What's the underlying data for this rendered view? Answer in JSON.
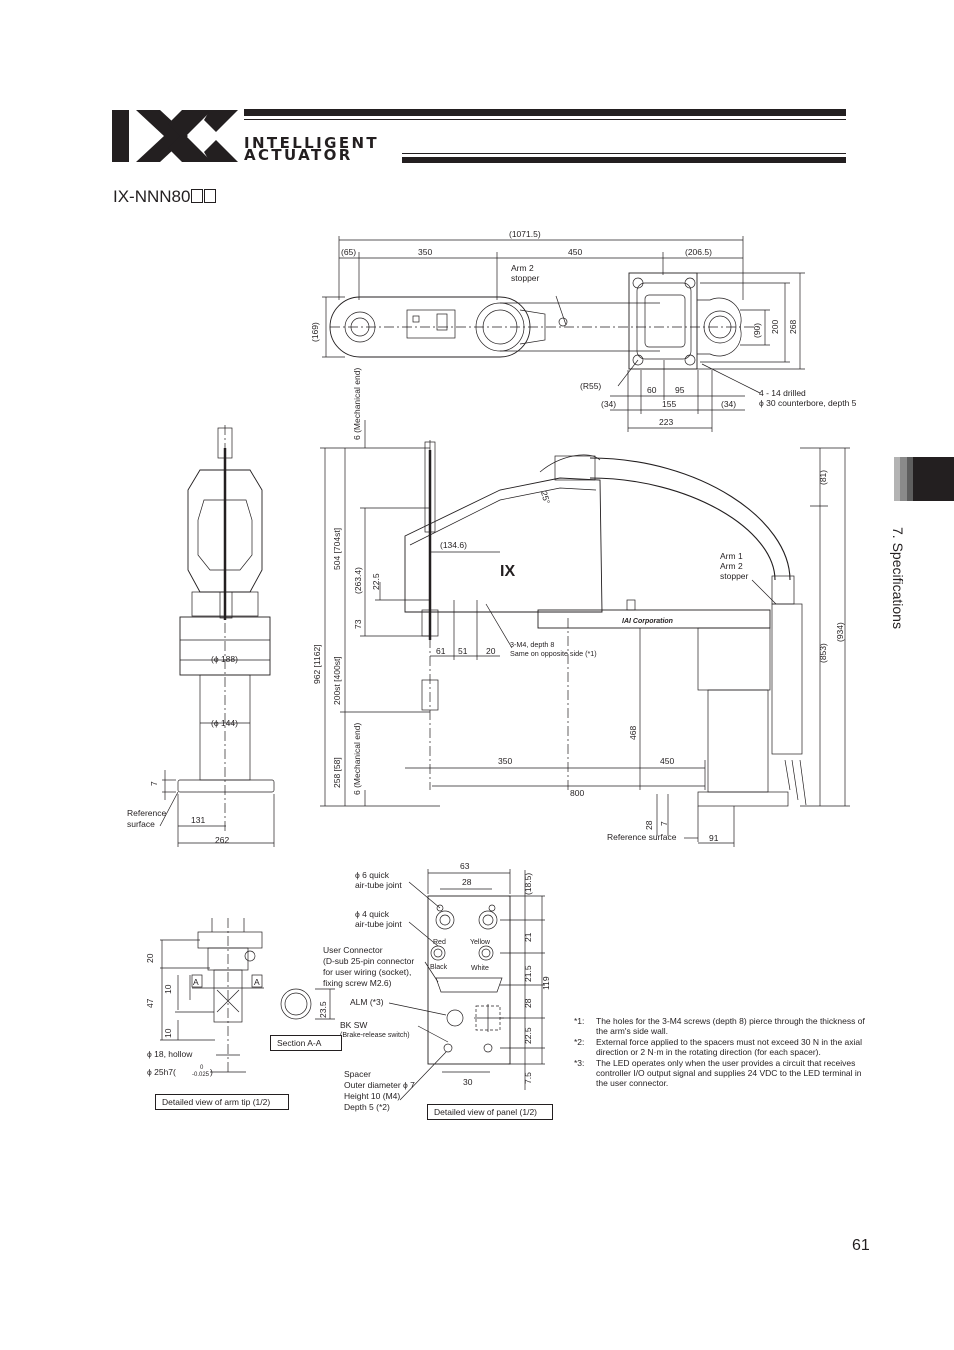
{
  "header": {
    "brand_line1": "INTELLIGENT",
    "brand_line2": "ACTUATOR",
    "logo_mark": "IX"
  },
  "model": {
    "title": "IX-NNN80"
  },
  "side_tab": {
    "label": "7. Specifications"
  },
  "page_number": "61",
  "top_view": {
    "overall": "(1071.5)",
    "seg1": "(65)",
    "seg2": "350",
    "seg3": "450",
    "seg4": "(206.5)",
    "arm2_stopper_l1": "Arm 2",
    "arm2_stopper_l2": "stopper",
    "height_left": "(169)",
    "h90": "(90)",
    "h200": "200",
    "h268": "268",
    "r55": "(R55)",
    "d34a": "(34)",
    "d60": "60",
    "d95": "95",
    "d155": "155",
    "d34b": "(34)",
    "d223": "223",
    "drill_l1": "4 - 14 drilled",
    "drill_l2": "ϕ 30 counterbore, depth 5"
  },
  "side_view": {
    "mech_end_top": "6 (Mechanical end)",
    "v962": "962 [1162]",
    "v504": "504 [704st]",
    "v263": "(263.4)",
    "v22": "22.5",
    "v73": "73",
    "v200st": "200st [400st]",
    "v258": "258 [58]",
    "mech_end_bottom": "6 (Mechanical end)",
    "h134": "(134.6)",
    "angle": "25°",
    "h61": "61",
    "h51": "51",
    "h20": "20",
    "m4_l1": "3-M4, depth 8",
    "m4_l2": "Same on opposite side (*1)",
    "arm1_l1": "Arm 1",
    "arm1_l2": "Arm 2",
    "arm1_l3": "stopper",
    "v81": "(81)",
    "v853": "(853)",
    "v934": "(934)",
    "v468": "468",
    "h350": "350",
    "h450": "450",
    "h800": "800",
    "v28": "28",
    "v7": "7",
    "ref_surface": "Reference surface",
    "h91": "91",
    "arm_label": "IAI Corporation"
  },
  "front_view": {
    "d188": "(ϕ 188)",
    "d144": "(ϕ 144)",
    "v7": "7",
    "ref_l1": "Reference",
    "ref_l2": "surface",
    "h131": "131",
    "h262": "262"
  },
  "arm_tip_detail": {
    "v20": "20",
    "v47": "47",
    "v10a": "10",
    "v10b": "10",
    "a_left": "A",
    "a_right": "A",
    "hollow": "ϕ 18, hollow",
    "shaft": "ϕ 25h7(",
    "tol_top": "0",
    "tol_bottom": "-0.025",
    "shaft_close": ")",
    "caption": "Detailed view of arm tip (1/2)"
  },
  "section_aa": {
    "v23": "23.5",
    "caption": "Section A-A"
  },
  "panel_detail": {
    "h63": "63",
    "h28": "28",
    "quick6_l1": "ϕ 6 quick",
    "quick6_l2": "air-tube joint",
    "quick4_l1": "ϕ 4 quick",
    "quick4_l2": "air-tube joint",
    "red": "Red",
    "yellow": "Yellow",
    "black": "Black",
    "white": "White",
    "user_conn_l1": "User Connector",
    "user_conn_l2": "(D-sub 25-pin connector",
    "user_conn_l3": "for user wiring (socket),",
    "user_conn_l4": "fixing screw M2.6)",
    "alm": "ALM (*3)",
    "bksw_l1": "BK SW",
    "bksw_l2": "(Brake-release switch)",
    "spacer_l1": "Spacer",
    "spacer_l2": "Outer diameter ϕ 7",
    "spacer_l3": "Height 10 (M4)",
    "spacer_l4": "Depth 5 (*2)",
    "v185": "(18.5)",
    "v21": "21",
    "v215": "21.5",
    "v28": "28",
    "v225": "22.5",
    "v75": "7.5",
    "v119": "119",
    "h30": "30",
    "caption": "Detailed view of panel (1/2)"
  },
  "notes": [
    {
      "key": "*1:",
      "text": "The holes for the 3-M4 screws (depth 8) pierce through the thickness of the arm's side wall."
    },
    {
      "key": "*2:",
      "text": "External force applied to the spacers must not exceed 30 N in the axial direction or 2 N·m in the rotating direction (for each spacer)."
    },
    {
      "key": "*3:",
      "text": "The LED operates only when the user provides a circuit that receives controller I/O output signal and supplies 24 VDC to the LED terminal in the user connector."
    }
  ]
}
